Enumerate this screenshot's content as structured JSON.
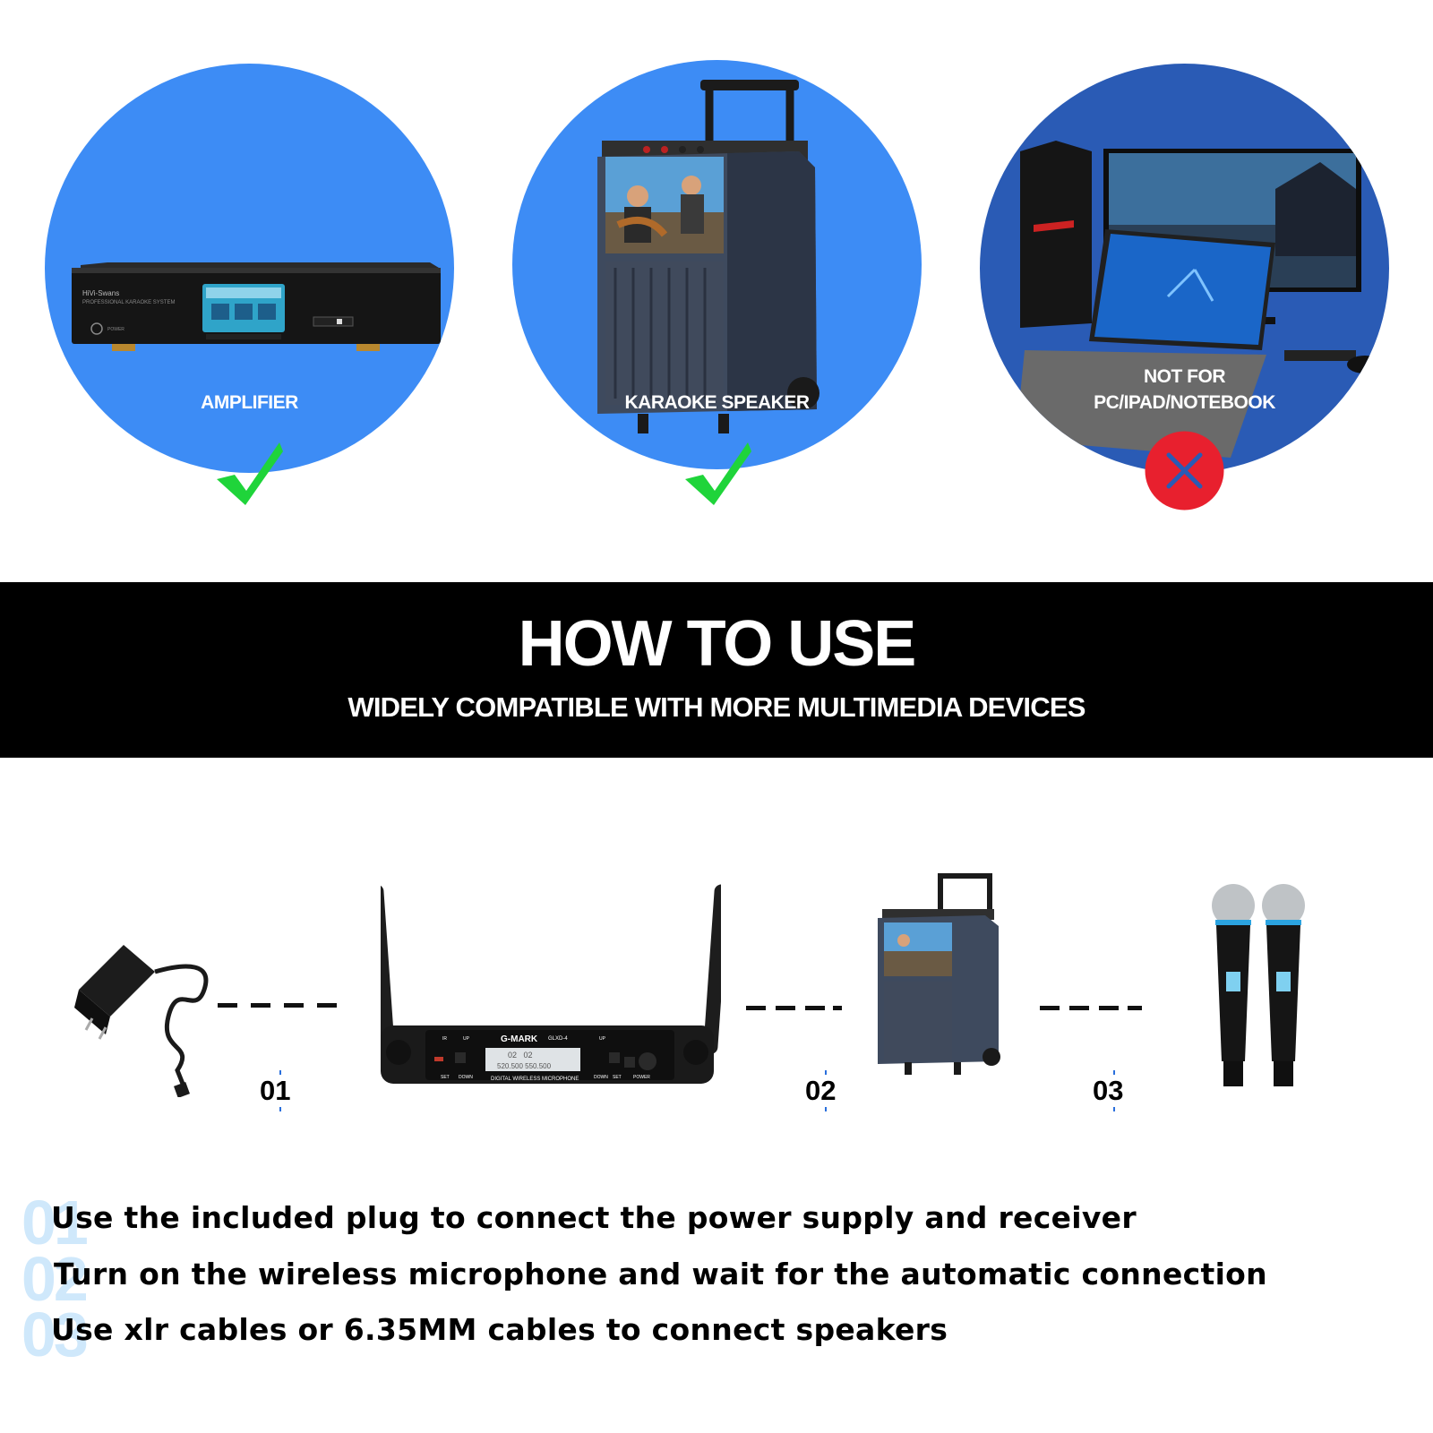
{
  "devices": [
    {
      "label": "AMPLIFIER",
      "status": "compatible",
      "status_icon": "check-icon"
    },
    {
      "label": "KARAOKE SPEAKER",
      "status": "compatible",
      "status_icon": "check-icon"
    },
    {
      "label_line1": "NOT FOR",
      "label_line2": "PC/IPAD/NOTEBOOK",
      "status": "not-compatible",
      "status_icon": "x-icon"
    }
  ],
  "amp_panel": {
    "brand": "HiVi-Swans",
    "model": "PROFESSIONAL KARAOKE SYSTEM",
    "power": "POWER"
  },
  "receiver_panel": {
    "brand": "G-MARK",
    "model": "GLXD-4",
    "caption": "DIGITAL WIRELESS MICROPHONE",
    "lcd1": "02   02",
    "lcd2": "520.500 550.500",
    "btn_set": "SET",
    "btn_down": "DOWN",
    "btn_up": "UP",
    "btn_ir": "IR",
    "btn_power": "POWER"
  },
  "banner": {
    "title": "HOW TO USE",
    "subtitle": "WIDELY COMPATIBLE WITH MORE MULTIMEDIA DEVICES"
  },
  "steps": {
    "s1": "01",
    "s2": "02",
    "s3": "03"
  },
  "instructions": [
    {
      "num": "01",
      "text": "Use the included plug to connect the power supply and  receiver"
    },
    {
      "num": "02",
      "text": "Turn on the wireless microphone and wait for the automatic connection"
    },
    {
      "num": "03",
      "text": "Use xlr cables or 6.35MM cables to connect speakers"
    }
  ],
  "colors": {
    "circle_blue": "#3d8cf5",
    "circle_dark": "#2a5bb5",
    "check_green": "#1fd43a",
    "x_red": "#e8202e",
    "banner_bg": "#000000"
  }
}
